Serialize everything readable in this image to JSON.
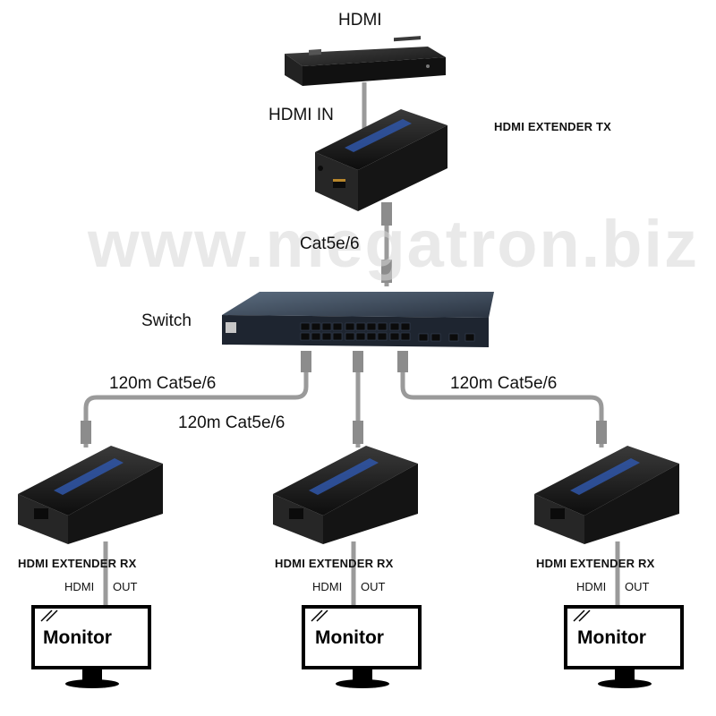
{
  "labels": {
    "source_hdmi": "HDMI",
    "hdmi_in": "HDMI IN",
    "tx_title": "HDMI EXTENDER TX",
    "watermark": "www.megatron.biz",
    "cat_uplink": "Cat5e/6",
    "switch": "Switch",
    "cable_left": "120m Cat5e/6",
    "cable_middle": "120m Cat5e/6",
    "cable_right": "120m Cat5e/6"
  },
  "receivers": [
    {
      "title": "HDMI EXTENDER RX",
      "hdmi_out": "HDMI",
      "out": "OUT",
      "monitor": "Monitor"
    },
    {
      "title": "HDMI EXTENDER RX",
      "hdmi_out": "HDMI",
      "out": "OUT",
      "monitor": "Monitor"
    },
    {
      "title": "HDMI EXTENDER RX",
      "hdmi_out": "HDMI",
      "out": "OUT",
      "monitor": "Monitor"
    }
  ],
  "colors": {
    "device_body": "#1a1a1a",
    "device_face": "#2b2b2b",
    "switch_top": "#3b4a5c",
    "switch_front": "#1e2530",
    "port": "#0b0b0b",
    "cable": "#9a9a9a",
    "cable_dark": "#6f6f6f",
    "connector": "#8c8c8c",
    "accent_label": "#2f56a8"
  },
  "icons": {
    "source": "hdmi-player-icon",
    "tx": "extender-tx-icon",
    "switch": "network-switch-icon",
    "rx": "extender-rx-icon",
    "monitor": "monitor-icon",
    "connector": "rj45-connector-icon"
  }
}
